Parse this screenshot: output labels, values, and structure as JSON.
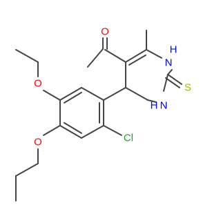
{
  "atoms": {
    "o_carbonyl": "O",
    "nh_top": "H",
    "n_top": "N",
    "nh_bottom": "H",
    "n_bottom": "N",
    "s": "S",
    "o_ether1": "O",
    "o_ether2": "O",
    "cl": "Cl"
  },
  "colors": {
    "bond": "#444444",
    "oxygen": "#ff0000",
    "nitrogen": "#0000ff",
    "sulfur": "#b2b200",
    "chlorine": "#21a121"
  }
}
